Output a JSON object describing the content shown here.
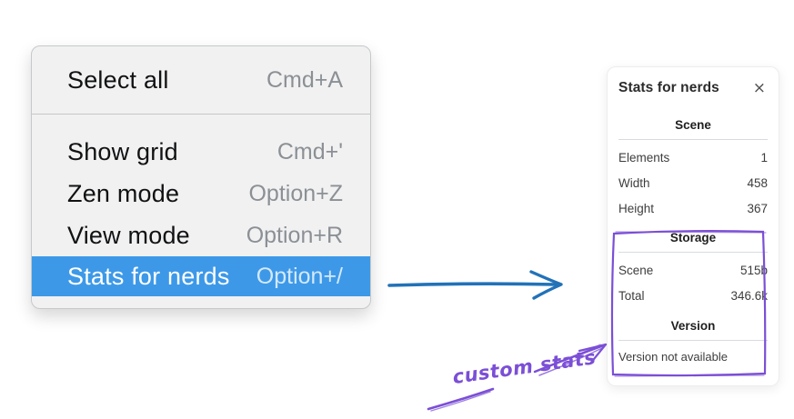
{
  "menu": {
    "groups": [
      {
        "items": [
          {
            "label": "Select all",
            "shortcut": "Cmd+A"
          }
        ]
      },
      {
        "items": [
          {
            "label": "Show grid",
            "shortcut": "Cmd+'"
          },
          {
            "label": "Zen mode",
            "shortcut": "Option+Z"
          },
          {
            "label": "View mode",
            "shortcut": "Option+R"
          },
          {
            "label": "Stats for nerds",
            "shortcut": "Option+/",
            "selected": true
          }
        ]
      }
    ]
  },
  "stats_panel": {
    "title": "Stats for nerds",
    "close_icon": "×",
    "sections": [
      {
        "header": "Scene",
        "rows": [
          [
            "Elements",
            "1"
          ],
          [
            "Width",
            "458"
          ],
          [
            "Height",
            "367"
          ]
        ]
      },
      {
        "header": "Storage",
        "rows": [
          [
            "Scene",
            "515b"
          ],
          [
            "Total",
            "346.6k"
          ]
        ]
      },
      {
        "header": "Version",
        "rows": [],
        "note": "Version not available"
      }
    ]
  },
  "annotations": {
    "custom_stats_label": "custom stats"
  },
  "colors": {
    "menu_highlight": "#3d99e8",
    "arrow_blue": "#2272b8",
    "annotation_purple": "#7b4fd6"
  }
}
